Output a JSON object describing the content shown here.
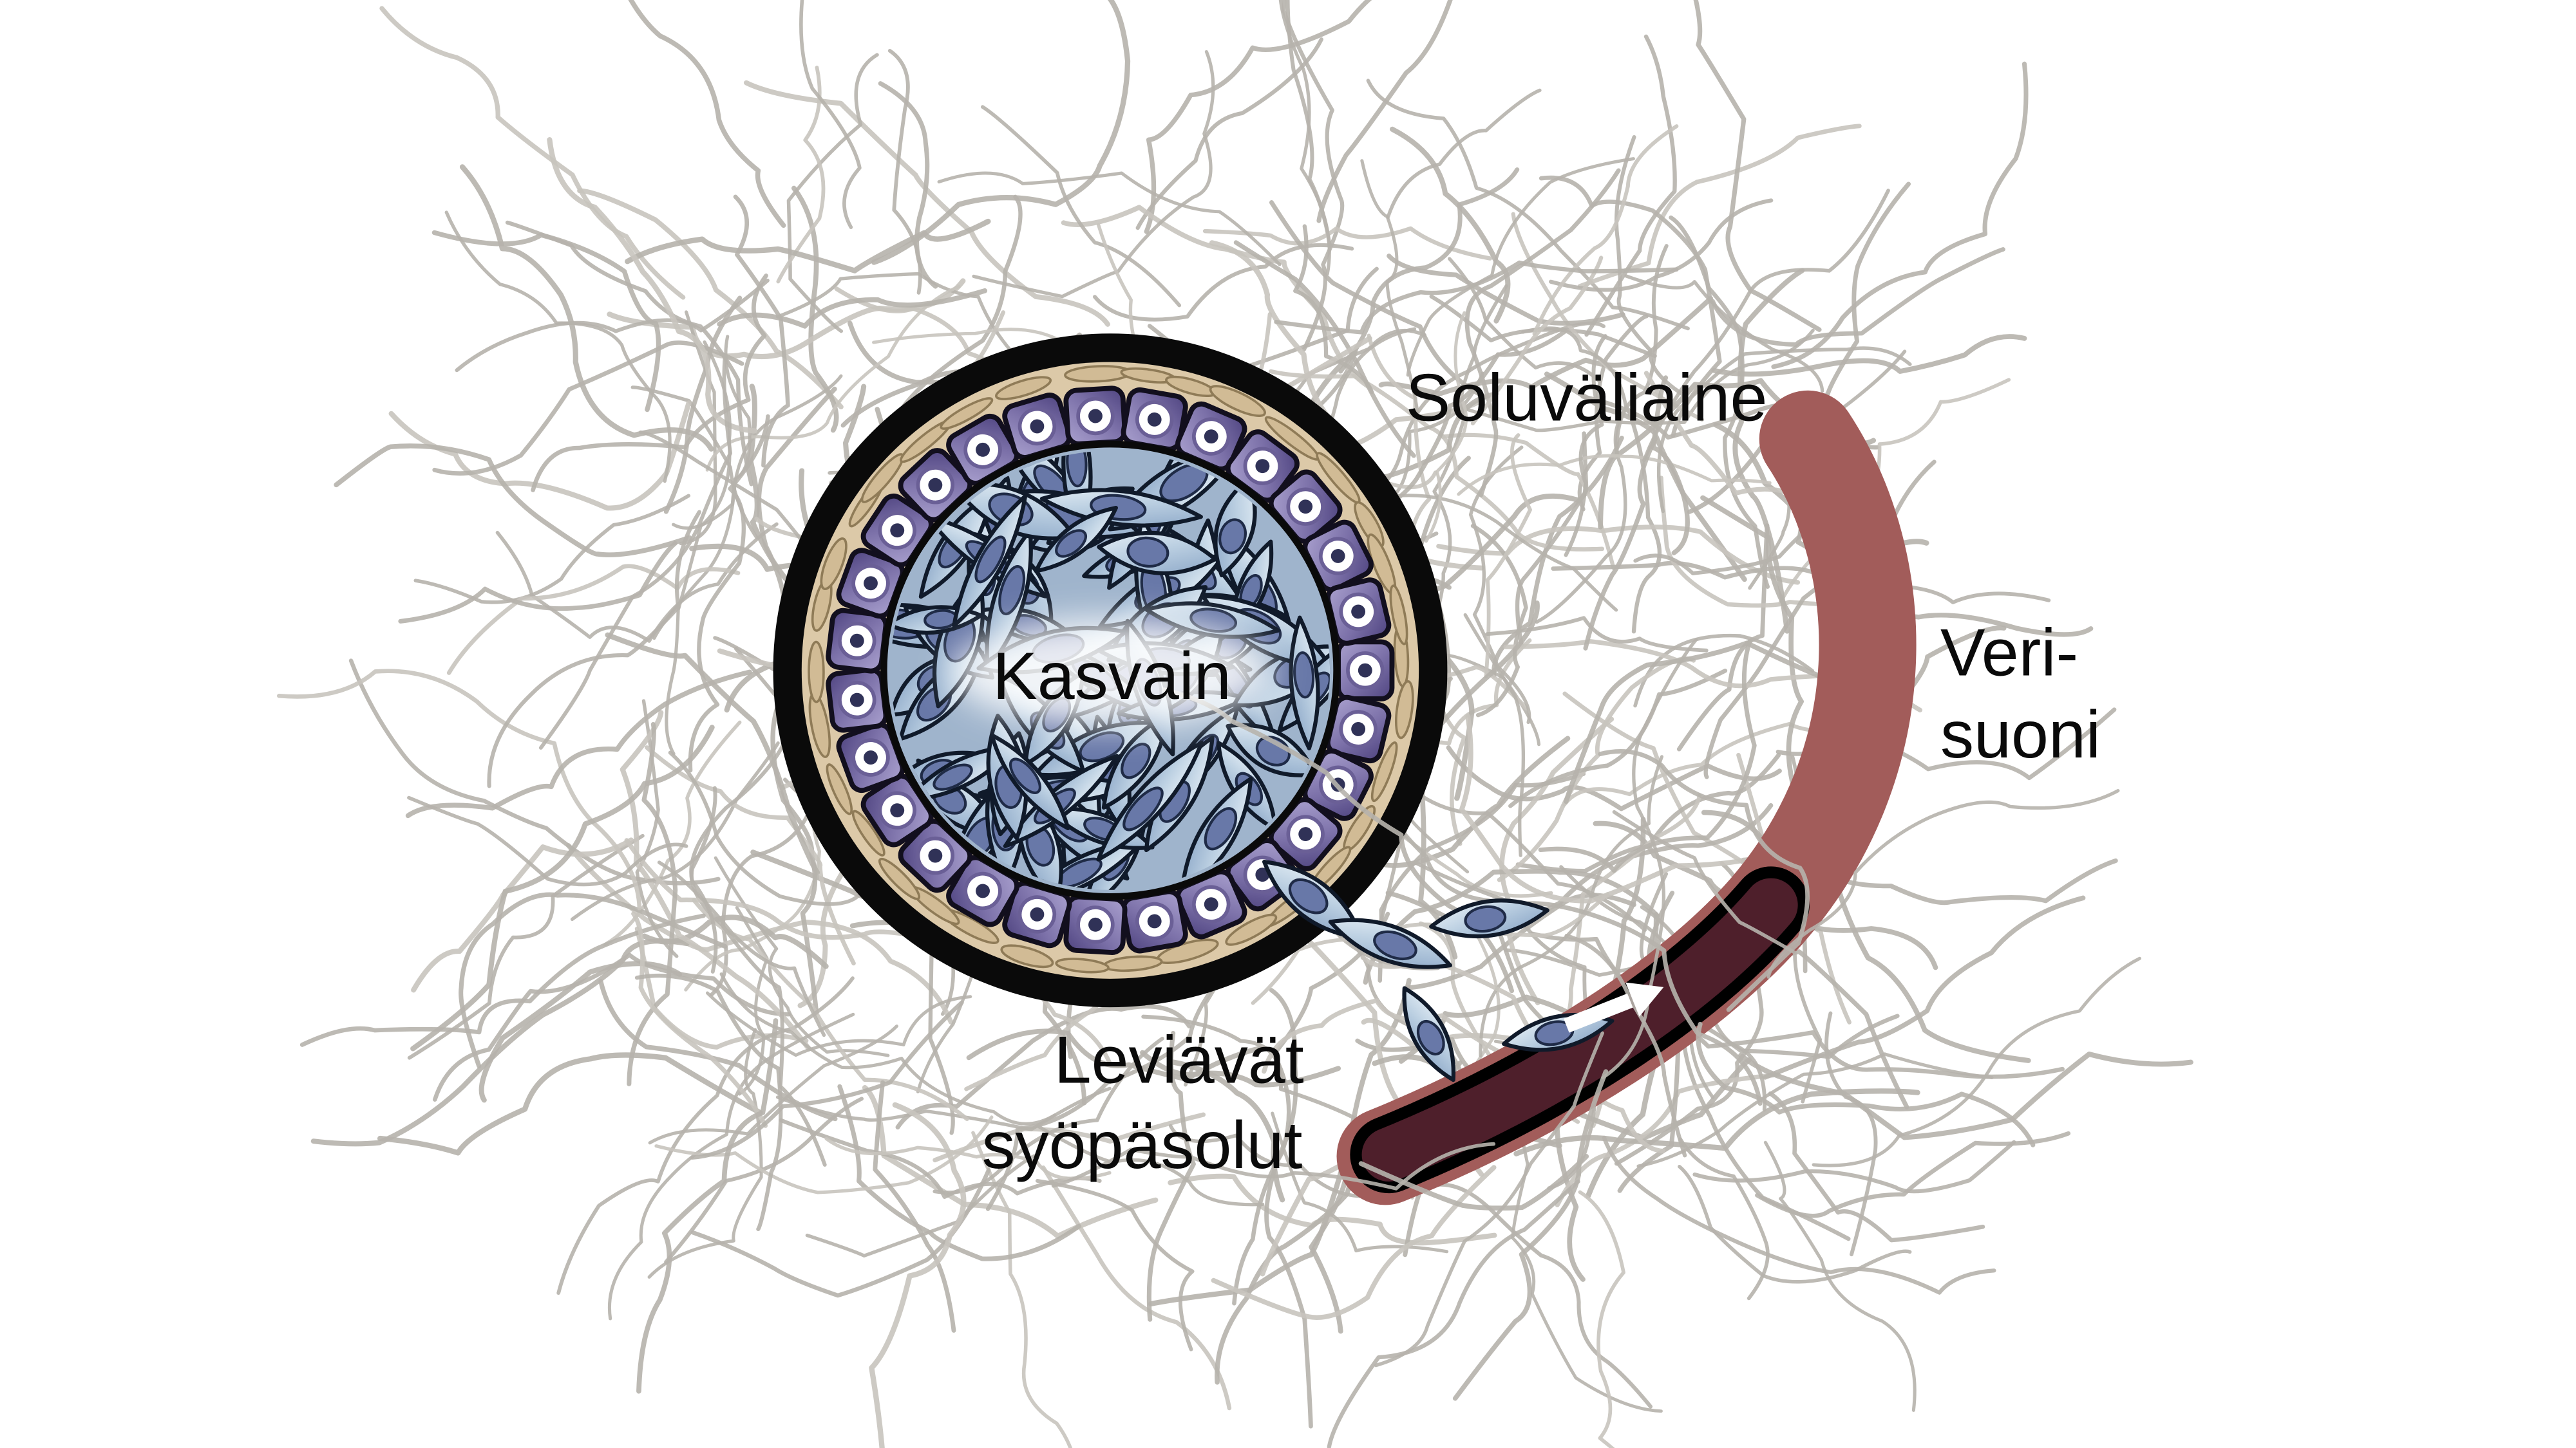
{
  "diagram": {
    "labels": {
      "matrix": "Soluväliaine",
      "tumor": "Kasvain",
      "vessel_line1": "Veri-",
      "vessel_line2": "suoni",
      "spreading_line1": "Leviävät",
      "spreading_line2": "syöpäsolut"
    },
    "colors": {
      "background": "#ffffff",
      "text": "#0a0a0a",
      "fiber": "#b6b2ac",
      "fiber_light": "#c8c4be",
      "capsule": "#0a0a0a",
      "stroma_bg": "#dcc9a8",
      "stroma_cell": "#d1bb95",
      "stroma_cell_edge": "#8f7b57",
      "epithelial_edge": "#120f1e",
      "epithelial_lumen": "#ffffff",
      "epithelial_lumen_edge": "#6a5f96",
      "epithelial_nucleus": "#303257",
      "mass_bg": "#9fb4cc",
      "cancer_cell_edge": "#101a2a",
      "nucleus_fill": "#6878a8",
      "nucleus_edge": "#1f2b47",
      "vessel": "#a25c5a",
      "vessel_wall": "#000000",
      "lumen": "#4e1f2b",
      "arrow": "#ffffff"
    },
    "counts": {
      "epithelial_cells": 27,
      "stroma_cells": 34,
      "tumor_cells": 88,
      "escaping_cells": 5,
      "fibers": 340
    }
  }
}
